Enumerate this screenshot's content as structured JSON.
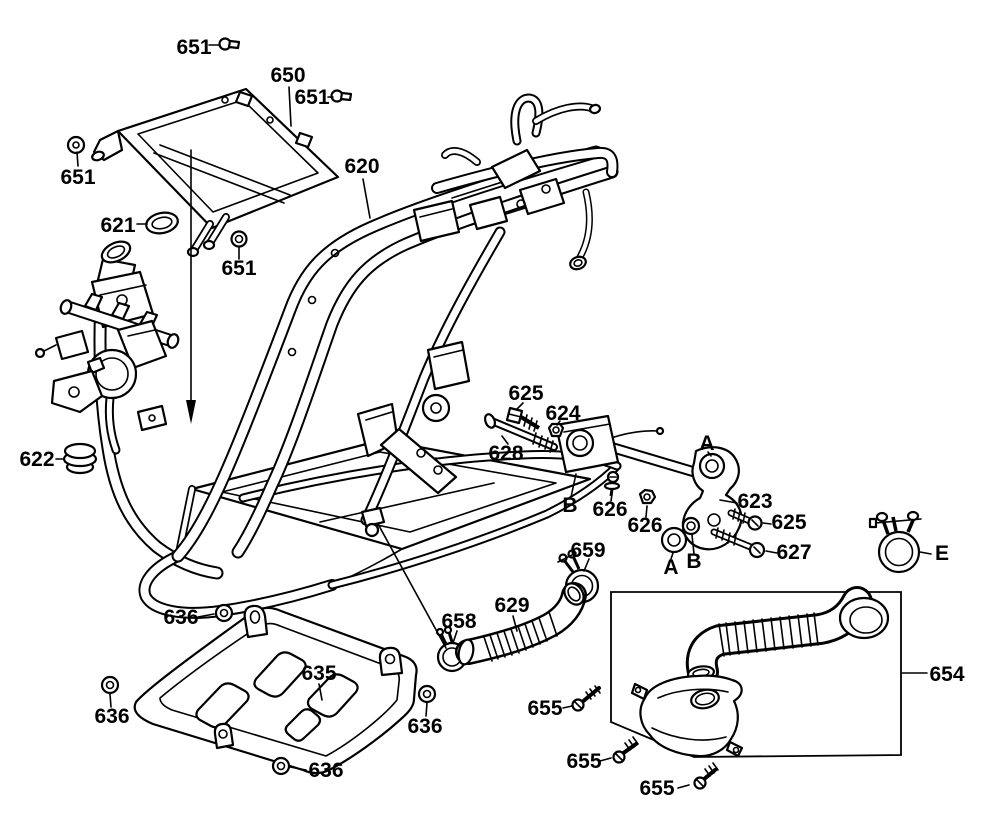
{
  "canvas": {
    "background": "#ffffff",
    "line_color": "#000000",
    "text_color": "#000000"
  },
  "callouts": [
    {
      "id": "651-a",
      "text": "651"
    },
    {
      "id": "650",
      "text": "650"
    },
    {
      "id": "651-b",
      "text": "651"
    },
    {
      "id": "651-c",
      "text": "651"
    },
    {
      "id": "620",
      "text": "620"
    },
    {
      "id": "621",
      "text": "621"
    },
    {
      "id": "651-d",
      "text": "651"
    },
    {
      "id": "622",
      "text": "622"
    },
    {
      "id": "625-a",
      "text": "625"
    },
    {
      "id": "624",
      "text": "624"
    },
    {
      "id": "628",
      "text": "628"
    },
    {
      "id": "B-a",
      "text": "B"
    },
    {
      "id": "626-a",
      "text": "626"
    },
    {
      "id": "626-b",
      "text": "626"
    },
    {
      "id": "A-a",
      "text": "A"
    },
    {
      "id": "623",
      "text": "623"
    },
    {
      "id": "625-b",
      "text": "625"
    },
    {
      "id": "627",
      "text": "627"
    },
    {
      "id": "A-b",
      "text": "A"
    },
    {
      "id": "B-b",
      "text": "B"
    },
    {
      "id": "E",
      "text": "E"
    },
    {
      "id": "659",
      "text": "659"
    },
    {
      "id": "658",
      "text": "658"
    },
    {
      "id": "629",
      "text": "629"
    },
    {
      "id": "635",
      "text": "635"
    },
    {
      "id": "636-a",
      "text": "636"
    },
    {
      "id": "636-b",
      "text": "636"
    },
    {
      "id": "636-c",
      "text": "636"
    },
    {
      "id": "636-d",
      "text": "636"
    },
    {
      "id": "655-a",
      "text": "655"
    },
    {
      "id": "655-b",
      "text": "655"
    },
    {
      "id": "655-c",
      "text": "655"
    },
    {
      "id": "654",
      "text": "654"
    }
  ]
}
